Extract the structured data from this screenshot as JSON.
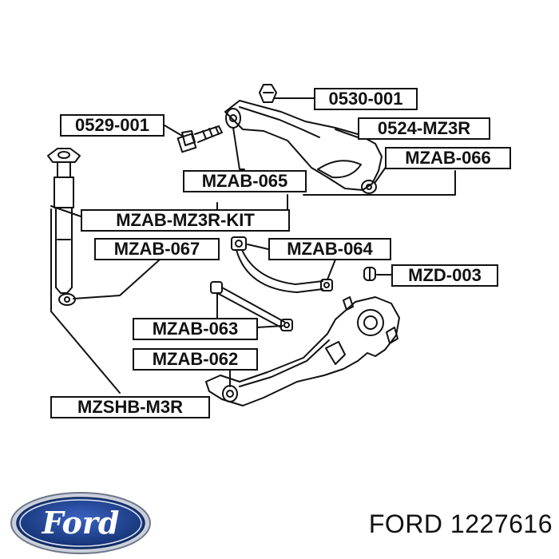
{
  "labels": {
    "l0530": "0530-001",
    "l0529": "0529-001",
    "l0524": "0524-MZ3R",
    "l066": "MZAB-066",
    "l065": "MZAB-065",
    "lkit": "MZAB-MZ3R-KIT",
    "l067": "MZAB-067",
    "l064": "MZAB-064",
    "lmzd": "MZD-003",
    "l063": "MZAB-063",
    "l062": "MZAB-062",
    "lshb": "MZSHB-M3R"
  },
  "footer": {
    "part_number": "FORD 1227616",
    "logo_text": "Ford",
    "logo_colors": {
      "oval": "#1f3f8f",
      "rim": "#c9cfdb",
      "text": "#ffffff"
    }
  }
}
